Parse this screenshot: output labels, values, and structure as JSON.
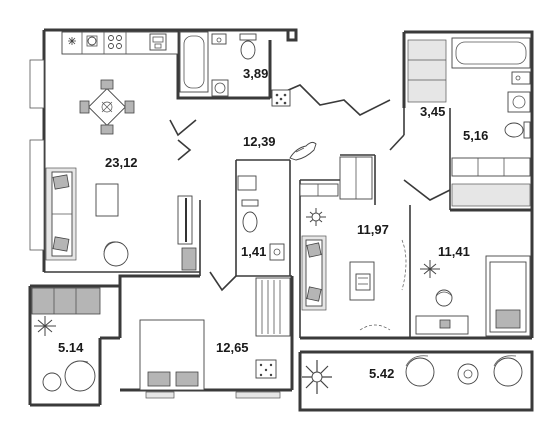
{
  "plan": {
    "rooms": [
      {
        "id": "living-kitchen",
        "area": "23,12"
      },
      {
        "id": "bathroom-1",
        "area": "3,89"
      },
      {
        "id": "hall",
        "area": "12,39"
      },
      {
        "id": "wc",
        "area": "1,41"
      },
      {
        "id": "corridor",
        "area": "3,45"
      },
      {
        "id": "bathroom-2",
        "area": "5,16"
      },
      {
        "id": "bedroom-center",
        "area": "11,97"
      },
      {
        "id": "bedroom-right",
        "area": "11,41"
      },
      {
        "id": "bedroom-bottom",
        "area": "12,65"
      },
      {
        "id": "balcony-left",
        "area": "5.14"
      },
      {
        "id": "balcony-right",
        "area": "5.42"
      }
    ]
  }
}
